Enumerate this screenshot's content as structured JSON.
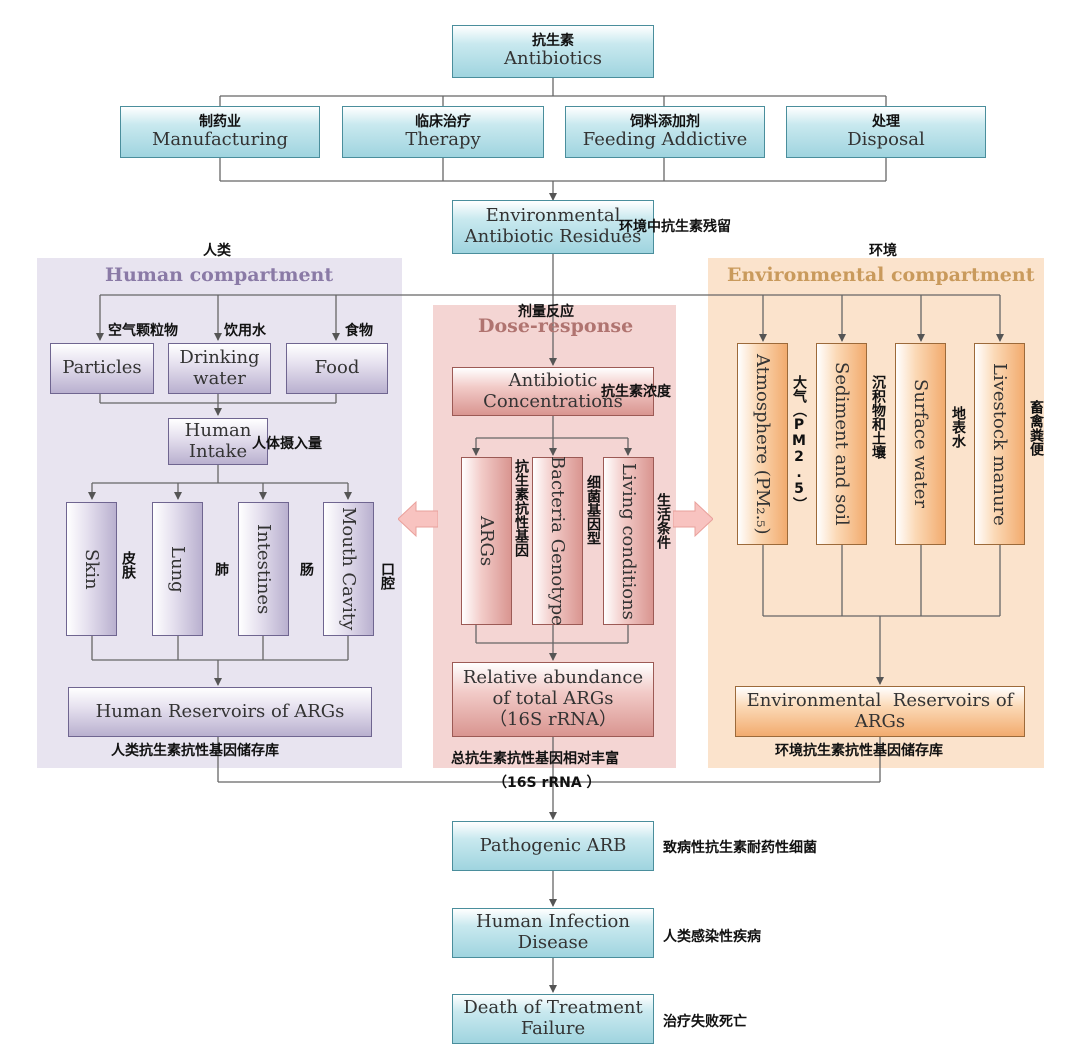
{
  "top": {
    "cn": "抗生素",
    "en": "Antibiotics"
  },
  "sources": [
    {
      "cn": "制药业",
      "en": "Manufacturing"
    },
    {
      "cn": "临床治疗",
      "en": "Therapy"
    },
    {
      "cn": "饲料添加剂",
      "en": "Feeding Addictive"
    },
    {
      "cn": "处理",
      "en": "Disposal"
    }
  ],
  "residues": {
    "en1": "Environmental",
    "en2": "Antibiotic Residues",
    "cn": "环境中抗生素残留"
  },
  "human": {
    "cn_header": "人类",
    "title": "Human compartment",
    "routes": [
      {
        "cn": "空气颗粒物",
        "en": "Particles"
      },
      {
        "cn": "饮用水",
        "en": "Drinking water"
      },
      {
        "cn": "食物",
        "en": "Food"
      }
    ],
    "intake": {
      "en": "Human Intake",
      "cn": "人体摄入量"
    },
    "organs": [
      {
        "en": "Skin",
        "cn": "皮肤"
      },
      {
        "en": "Lung",
        "cn": "肺"
      },
      {
        "en": "Intestines",
        "cn": "肠"
      },
      {
        "en": "Mouth Cavity",
        "cn": "口腔"
      }
    ],
    "reservoir": {
      "en": "Human Reservoirs of ARGs",
      "cn": "人类抗生素抗性基因储存库"
    }
  },
  "dose": {
    "cn_header": "剂量反应",
    "title": "Dose-response",
    "conc": {
      "en": "Antibiotic Concentrations",
      "cn": "抗生素浓度"
    },
    "factors": [
      {
        "en": "ARGs",
        "cn": "抗生素抗性基因"
      },
      {
        "en": "Bacteria Genotype",
        "cn": "细菌基因型"
      },
      {
        "en": "Living conditions",
        "cn": "生活条件"
      }
    ],
    "abundance": {
      "en1": "Relative abundance",
      "en2": "of total ARGs",
      "en3": "（16S rRNA）",
      "cn1": "总抗生素抗性基因相对丰富",
      "cn2": "（16S rRNA ）"
    }
  },
  "env": {
    "cn_header": "环境",
    "title": "Environmental compartment",
    "media": [
      {
        "en": "Atmosphere (PM₂.₅)",
        "cn": "大气（PM2.5）"
      },
      {
        "en": "Sediment and soil",
        "cn": "沉积物和土壤"
      },
      {
        "en": "Surface water",
        "cn": "地表水"
      },
      {
        "en": "Livestock manure",
        "cn": "畜禽粪便"
      }
    ],
    "reservoir": {
      "en1": "Environmental  Reservoirs of",
      "en2": "ARGs",
      "cn": "环境抗生素抗性基因储存库"
    }
  },
  "outcomes": [
    {
      "en1": "Pathogenic ARB",
      "en2": "",
      "cn": "致病性抗生素耐药性细菌"
    },
    {
      "en1": "Human Infection",
      "en2": "Disease",
      "cn": "人类感染性疾病"
    },
    {
      "en1": "Death of Treatment",
      "en2": "Failure",
      "cn": "治疗失败死亡"
    }
  ],
  "colors": {
    "human_title": "#8a7aa6",
    "dose_title": "#b07470",
    "env_title": "#c99a5c",
    "line": "#555555"
  }
}
